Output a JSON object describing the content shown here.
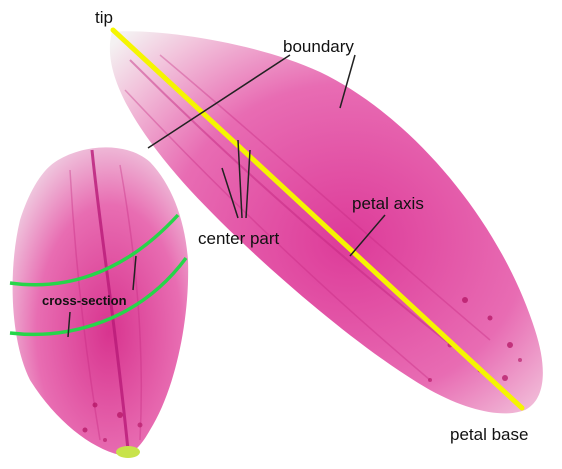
{
  "figure": {
    "labels": {
      "tip": "tip",
      "boundary": "boundary",
      "center_part": "center part",
      "petal_axis": "petal axis",
      "cross_section": "cross-section",
      "petal_base": "petal base"
    },
    "colors": {
      "petal_pink": "#e24aa2",
      "petal_light": "#f0cde2",
      "axis_yellow": "#f5f500",
      "cross_section_green": "#27d54a",
      "base_yellow_green": "#c8e34a",
      "spots": "#b01060"
    }
  }
}
